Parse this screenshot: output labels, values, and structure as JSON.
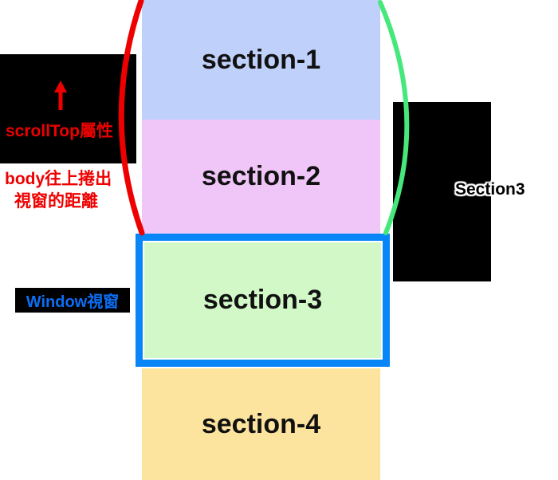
{
  "sections": [
    {
      "label": "section-1",
      "color": "#bfd0fa"
    },
    {
      "label": "section-2",
      "color": "#f0c6f8"
    },
    {
      "label": "section-3",
      "color": "#d2f8c8"
    },
    {
      "label": "section-4",
      "color": "#fde49e"
    }
  ],
  "annotations": {
    "scrolltop": {
      "title": "scrollTop屬性",
      "desc_line1": "body往上捲出",
      "desc_line2": "視窗的距離",
      "text_color": "#ee0000",
      "box_color": "#000000",
      "arrow_icon": "up-arrow"
    },
    "window": {
      "label": "Window視窗",
      "text_color": "#0b6ef5",
      "box_color": "#000000"
    },
    "right": {
      "label": "Section3",
      "text_color": "#000000",
      "outline_color": "#ffffff",
      "box_color": "#000000"
    }
  },
  "window_frame": {
    "border_color": "#0886f8",
    "shows_section": "section-3"
  },
  "braces": {
    "left_scrolled_out_color": "#ee0000",
    "right_offset_color": "#46e87c"
  }
}
